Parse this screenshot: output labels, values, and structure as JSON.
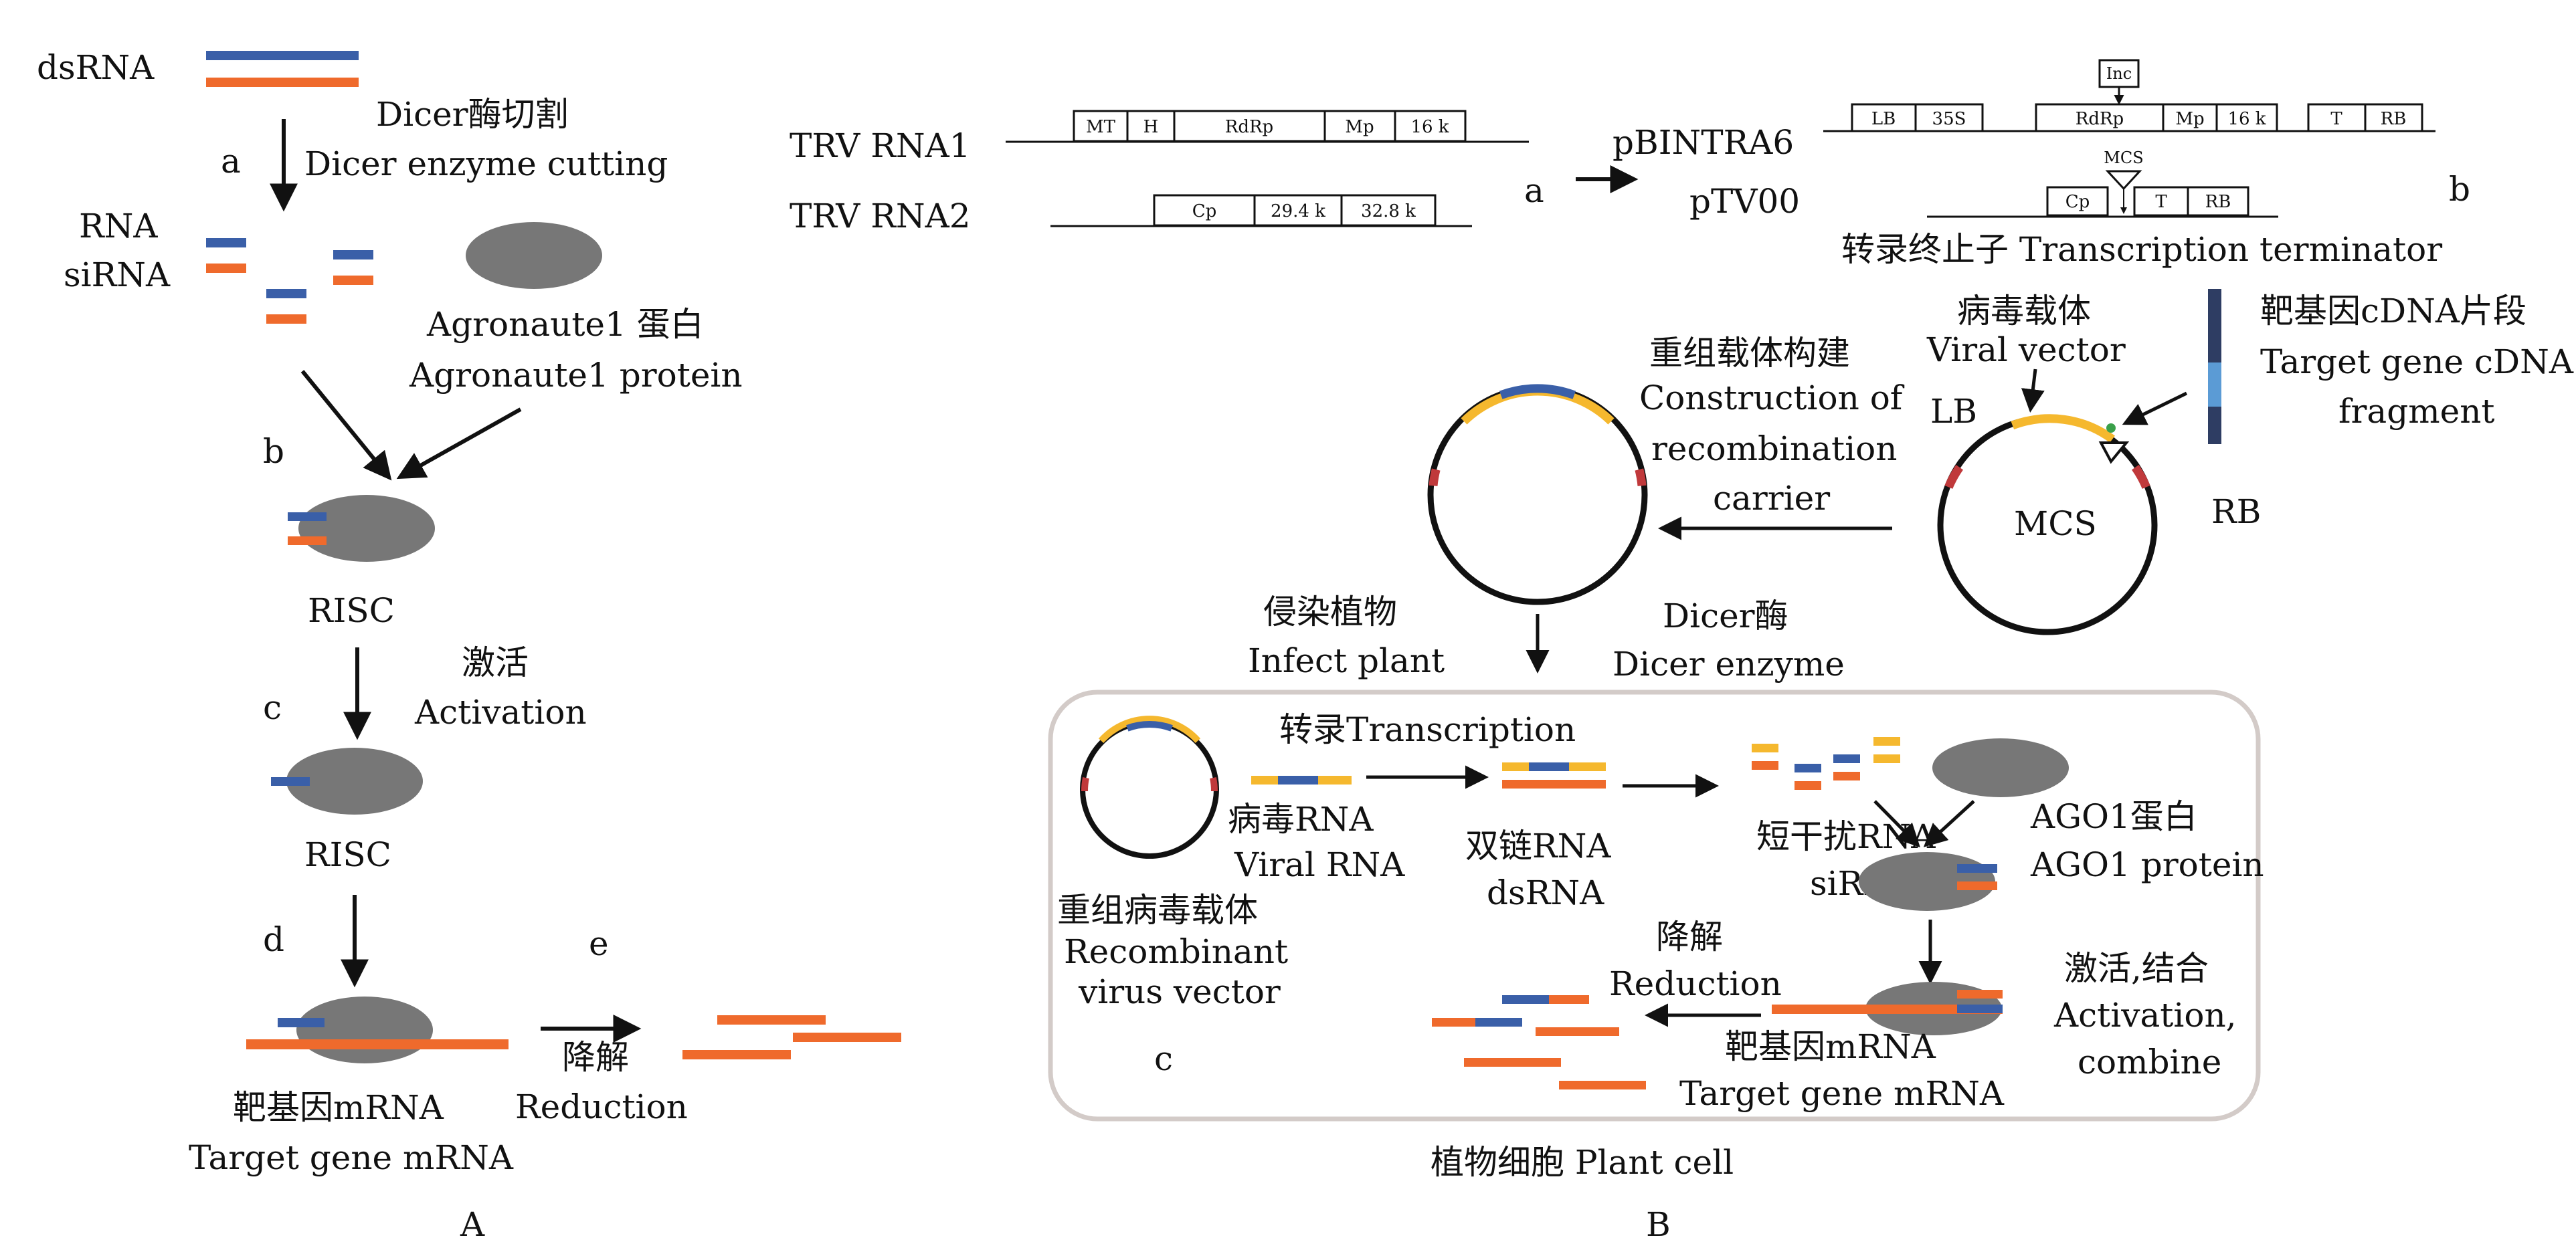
{
  "panelA": {
    "panel_letter": "A",
    "steps": {
      "a": "a",
      "b": "b",
      "c": "c",
      "d": "d",
      "e": "e"
    },
    "dsrna": "dsRNA",
    "dicer_cut_cn": "Dicer酶切割",
    "dicer_cut_en": "Dicer enzyme cutting",
    "rna": "RNA",
    "sirna": "siRNA",
    "ago_cn": "Agronaute1 蛋白",
    "ago_en": "Agronaute1 protein",
    "risc1": "RISC",
    "activation_cn": "激活",
    "activation_en": "Activation",
    "risc2": "RISC",
    "target_cn": "靶基因mRNA",
    "target_en": "Target gene mRNA",
    "reduction_cn": "降解",
    "reduction_en": "Reduction"
  },
  "panelB": {
    "panel_letter": "B",
    "sub_a": "a",
    "sub_b": "b",
    "sub_c": "c",
    "trv_rna1": "TRV RNA1",
    "trv_rna2": "TRV RNA2",
    "rna1_segments": [
      "MT",
      "H",
      "RdRp",
      "Mp",
      "16 k"
    ],
    "rna2_segments": [
      "Cp",
      "29.4 k",
      "32.8 k"
    ],
    "pbintra6": "pBINTRA6",
    "ptv00": "pTV00",
    "pbintra6_segments": [
      "LB",
      "35S",
      "RdRp",
      "Mp",
      "16 k",
      "T",
      "RB"
    ],
    "ptv00_segments": [
      "Cp",
      "T",
      "RB"
    ],
    "inc": "Inc",
    "mcs_small": "MCS",
    "terminator": "转录终止子 Transcription terminator",
    "viral_vector_cn": "病毒载体",
    "viral_vector_en": "Viral vector",
    "target_cdna_cn": "靶基因cDNA片段",
    "target_cdna_en1": "Target gene cDNA",
    "target_cdna_en2": "fragment",
    "lb": "LB",
    "rb": "RB",
    "mcs": "MCS",
    "construction_cn": "重组载体构建",
    "construction_en1": "Construction of",
    "construction_en2": "recombination",
    "construction_en3": "carrier",
    "infect_cn": "侵染植物",
    "infect_en": "Infect plant",
    "dicer_cn": "Dicer酶",
    "dicer_en": "Dicer enzyme",
    "transcription": "转录Transcription",
    "viral_rna_cn": "病毒RNA",
    "viral_rna_en": "Viral RNA",
    "dsrna_cn": "双链RNA",
    "dsrna_en": "dsRNA",
    "sirna_cn": "短干扰RNA",
    "sirna_en": "siRNA",
    "ago1_cn": "AGO1蛋白",
    "ago1_en": "AGO1 protein",
    "recomb_cn": "重组病毒载体",
    "recomb_en1": "Recombinant",
    "recomb_en2": "virus vector",
    "reduction_cn": "降解",
    "reduction_en": "Reduction",
    "act_cn": "激活,结合",
    "act_en1": "Activation,",
    "act_en2": "combine",
    "target_cn": "靶基因mRNA",
    "target_en": "Target gene mRNA",
    "plant_cell": "植物细胞 Plant cell"
  },
  "colors": {
    "blue": "#3a5fa8",
    "orange": "#ef6a2c",
    "yellow": "#f5b82e",
    "gray": "#777777",
    "red": "#c0393b",
    "green": "#3aa04a",
    "dark_navy": "#2e3d63",
    "light_blue": "#5b9bd5",
    "cell_border": "#d3cbc8"
  }
}
